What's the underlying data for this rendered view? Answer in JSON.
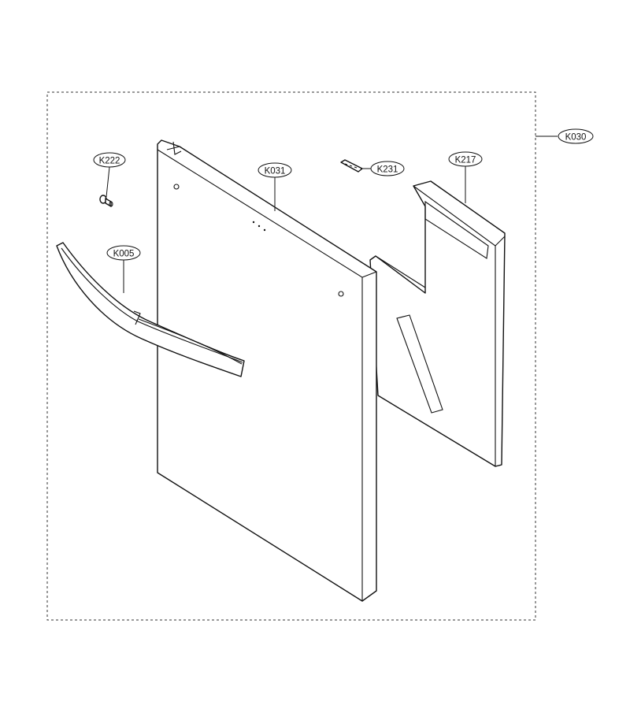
{
  "callouts": {
    "k030": "K030",
    "k222": "K222",
    "k231": "K231",
    "k031": "K031",
    "k217": "K217",
    "k005": "K005"
  },
  "colors": {
    "line": "#111111",
    "background": "#ffffff"
  }
}
